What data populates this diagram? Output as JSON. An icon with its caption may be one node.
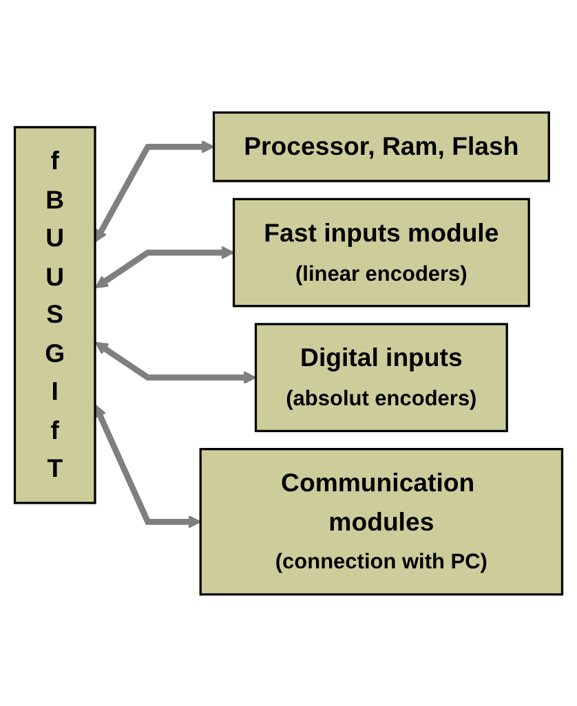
{
  "diagram": {
    "nodes": [
      {
        "text": [
          "f B U U S G I f T"
        ]
      },
      {
        "text": [
          "Processor, Ram, Flash"
        ]
      },
      {
        "text": [
          "Fast inputs module",
          "(linear encoders)"
        ]
      },
      {
        "text": [
          "Digital inputs",
          "(absolut encoders)"
        ]
      },
      {
        "text": [
          "Communication modules",
          "(connection with PC)"
        ]
      }
    ],
    "edges": [
      {
        "from": 0,
        "to": 1,
        "arrow": "both"
      },
      {
        "from": 0,
        "to": 2,
        "arrow": "both"
      },
      {
        "from": 0,
        "to": 3,
        "arrow": "both"
      },
      {
        "from": 0,
        "to": 4,
        "arrow": "both"
      }
    ]
  }
}
